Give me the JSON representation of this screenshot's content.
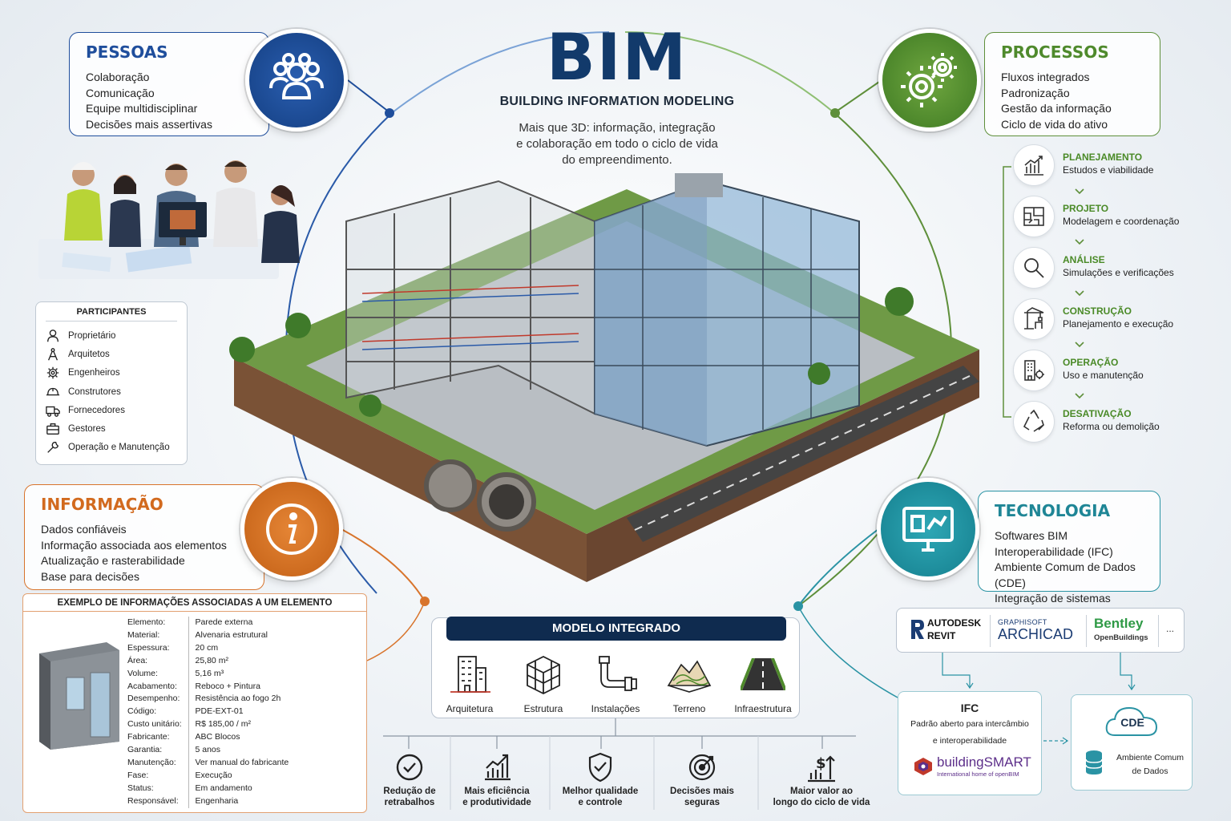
{
  "header": {
    "title": "BIM",
    "subtitle": "BUILDING INFORMATION MODELING",
    "description_lines": [
      "Mais que 3D: informação, integração",
      "e colaboração em todo o ciclo de vida",
      "do empreendimento."
    ]
  },
  "pessoas": {
    "title": "PESSOAS",
    "items": [
      "Colaboração",
      "Comunicação",
      "Equipe multidisciplinar",
      "Decisões mais assertivas"
    ],
    "icon": "people-group-icon"
  },
  "processos": {
    "title": "PROCESSOS",
    "items": [
      "Fluxos integrados",
      "Padronização",
      "Gestão da informação",
      "Ciclo de vida do ativo"
    ],
    "icon": "gears-icon"
  },
  "informacao": {
    "title": "INFORMAÇÃO",
    "items": [
      "Dados confiáveis",
      "Informação associada aos elementos",
      "Atualização e rasterabilidade",
      "Base para decisões"
    ],
    "icon": "info-icon"
  },
  "tecnologia": {
    "title": "TECNOLOGIA",
    "items": [
      "Softwares BIM",
      "Interoperabilidade (IFC)",
      "Ambiente Comum de Dados (CDE)",
      "Integração de sistemas"
    ],
    "icon": "monitor-model-icon"
  },
  "participantes": {
    "title": "PARTICIPANTES",
    "items": [
      {
        "label": "Proprietário",
        "icon": "person-icon"
      },
      {
        "label": "Arquitetos",
        "icon": "compass-icon"
      },
      {
        "label": "Engenheiros",
        "icon": "gear-icon"
      },
      {
        "label": "Construtores",
        "icon": "hardhat-icon"
      },
      {
        "label": "Fornecedores",
        "icon": "truck-icon"
      },
      {
        "label": "Gestores",
        "icon": "briefcase-icon"
      },
      {
        "label": "Operação e Manutenção",
        "icon": "wrench-icon"
      }
    ]
  },
  "ciclo": [
    {
      "title": "PLANEJAMENTO",
      "desc": "Estudos e viabilidade",
      "icon": "bar-chart-icon"
    },
    {
      "title": "PROJETO",
      "desc": "Modelagem e coordenação",
      "icon": "blueprint-icon"
    },
    {
      "title": "ANÁLISE",
      "desc": "Simulações e verificações",
      "icon": "magnifier-icon"
    },
    {
      "title": "CONSTRUÇÃO",
      "desc": "Planejamento e execução",
      "icon": "crane-icon"
    },
    {
      "title": "OPERAÇÃO",
      "desc": "Uso e manutenção",
      "icon": "building-gear-icon"
    },
    {
      "title": "DESATIVAÇÃO",
      "desc": "Reforma ou demolição",
      "icon": "recycle-icon"
    }
  ],
  "elemento": {
    "title": "EXEMPLO DE INFORMAÇÕES ASSOCIADAS A UM ELEMENTO",
    "rows": [
      {
        "k": "Elemento:",
        "v": "Parede externa"
      },
      {
        "k": "Material:",
        "v": "Alvenaria estrutural"
      },
      {
        "k": "Espessura:",
        "v": "20 cm"
      },
      {
        "k": "Área:",
        "v": "25,80 m²"
      },
      {
        "k": "Volume:",
        "v": "5,16 m³"
      },
      {
        "k": "Acabamento:",
        "v": "Reboco + Pintura"
      },
      {
        "k": "Desempenho:",
        "v": "Resistência ao fogo 2h"
      },
      {
        "k": "Código:",
        "v": "PDE-EXT-01"
      },
      {
        "k": "Custo unitário:",
        "v": "R$ 185,00 / m²"
      },
      {
        "k": "Fabricante:",
        "v": "ABC Blocos"
      },
      {
        "k": "Garantia:",
        "v": "5 anos"
      },
      {
        "k": "Manutenção:",
        "v": "Ver manual do fabricante"
      },
      {
        "k": "Fase:",
        "v": "Execução"
      },
      {
        "k": "Status:",
        "v": "Em andamento"
      },
      {
        "k": "Responsável:",
        "v": "Engenharia"
      }
    ]
  },
  "modelo": {
    "title": "MODELO INTEGRADO",
    "items": [
      {
        "label": "Arquitetura",
        "icon": "architecture-building-icon"
      },
      {
        "label": "Estrutura",
        "icon": "structure-frame-icon"
      },
      {
        "label": "Instalações",
        "icon": "pipes-icon"
      },
      {
        "label": "Terreno",
        "icon": "terrain-icon"
      },
      {
        "label": "Infraestrutura",
        "icon": "road-icon"
      }
    ]
  },
  "beneficios": [
    {
      "lines": [
        "Redução de",
        "retrabalhos"
      ],
      "icon": "check-circle-icon"
    },
    {
      "lines": [
        "Mais eficiência",
        "e produtividade"
      ],
      "icon": "growth-chart-icon"
    },
    {
      "lines": [
        "Melhor qualidade",
        "e controle"
      ],
      "icon": "shield-check-icon"
    },
    {
      "lines": [
        "Decisões mais",
        "seguras"
      ],
      "icon": "target-icon"
    },
    {
      "lines": [
        "Maior valor ao",
        "longo do ciclo de vida"
      ],
      "icon": "value-up-icon"
    }
  ],
  "software": {
    "revit": [
      "AUTODESK",
      "REVIT"
    ],
    "archicad": [
      "GRAPHISOFT",
      "ARCHICAD"
    ],
    "bentley": [
      "Bentley",
      "OpenBuildings"
    ],
    "more": "..."
  },
  "ifc": {
    "title": "IFC",
    "lines": [
      "Padrão aberto para intercâmbio",
      "e interoperabilidade"
    ],
    "logo_name": "buildingSMART",
    "logo_sub": "International home of openBIM"
  },
  "cde": {
    "title": "CDE",
    "lines": [
      "Ambiente Comum",
      "de Dados"
    ]
  },
  "colors": {
    "pessoas": "#1f4e9c",
    "processos": "#4f8a2c",
    "informacao": "#d26a1e",
    "tecnologia": "#1f8696",
    "title": "#123a6b"
  }
}
